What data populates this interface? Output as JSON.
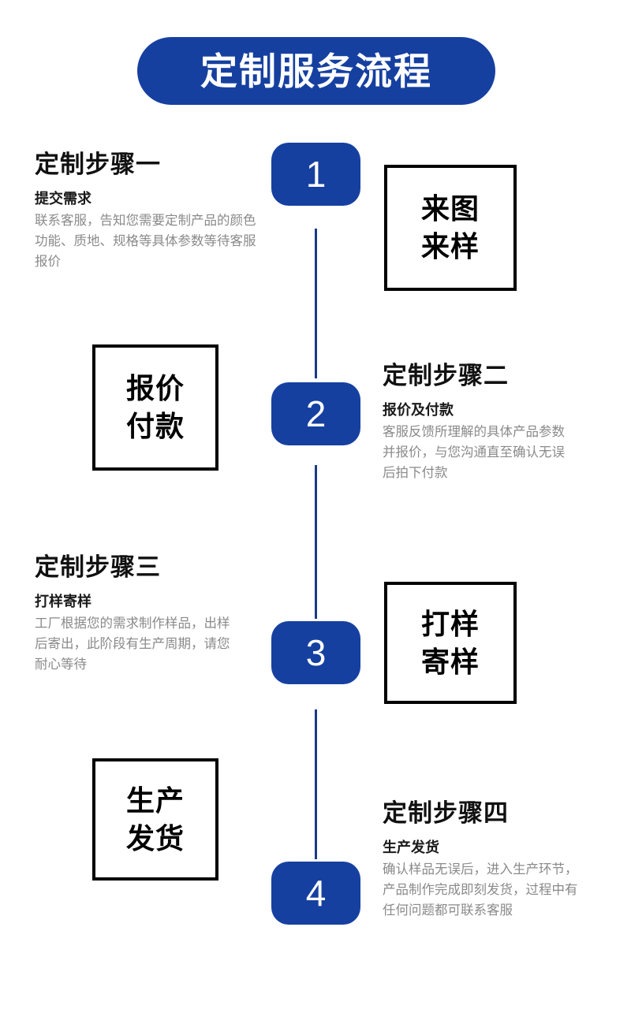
{
  "page": {
    "title": "定制服务流程",
    "accent_color": "#1640a0",
    "connector_color": "#1a3a85",
    "box_border_color": "#000000",
    "body_text_color": "#8a8a8a",
    "background_color": "#ffffff"
  },
  "steps": [
    {
      "badge": "1",
      "heading": "定制步骤一",
      "subtitle": "提交需求",
      "desc_lines": [
        "联系客服，告知您需要定制产品的颜色",
        "功能、质地、规格等具体参数等待客服",
        "报价"
      ],
      "box_lines": [
        "来图",
        "来样"
      ],
      "text_side": "left",
      "box_side": "right"
    },
    {
      "badge": "2",
      "heading": "定制步骤二",
      "subtitle": "报价及付款",
      "desc_lines": [
        "客服反馈所理解的具体产品参数",
        "并报价，与您沟通直至确认无误",
        "后拍下付款"
      ],
      "box_lines": [
        "报价",
        "付款"
      ],
      "text_side": "right",
      "box_side": "left"
    },
    {
      "badge": "3",
      "heading": "定制步骤三",
      "subtitle": "打样寄样",
      "desc_lines": [
        "工厂根据您的需求制作样品，出样",
        "后寄出，此阶段有生产周期，请您",
        "耐心等待"
      ],
      "box_lines": [
        "打样",
        "寄样"
      ],
      "text_side": "left",
      "box_side": "right"
    },
    {
      "badge": "4",
      "heading": "定制步骤四",
      "subtitle": "生产发货",
      "desc_lines": [
        "确认样品无误后，进入生产环节，",
        "产品制作完成即刻发货，过程中有",
        "任何问题都可联系客服"
      ],
      "box_lines": [
        "生产",
        "发货"
      ],
      "text_side": "right",
      "box_side": "left"
    }
  ]
}
